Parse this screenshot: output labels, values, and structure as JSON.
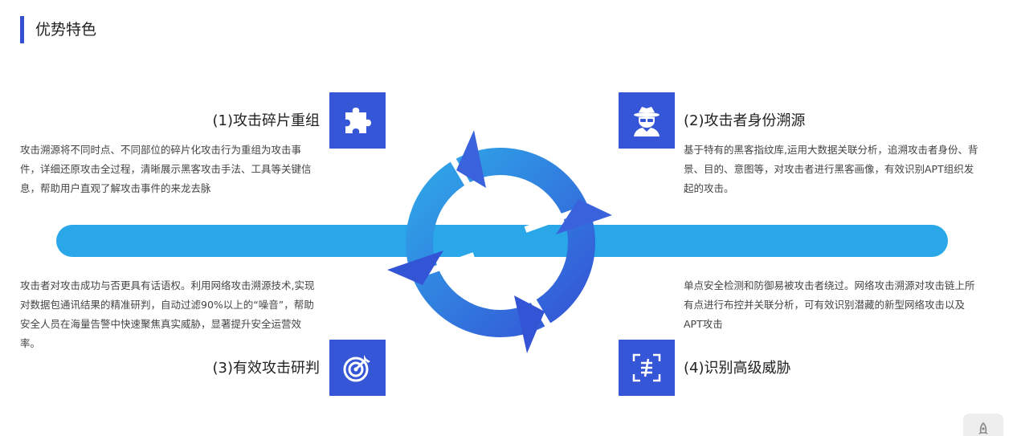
{
  "section": {
    "title": "优势特色"
  },
  "features": [
    {
      "title": "(1)攻击碎片重组",
      "icon": "puzzle-icon",
      "description": "攻击溯源将不同时点、不同部位的碎片化攻击行为重组为攻击事件，详细还原攻击全过程，清晰展示黑客攻击手法、工具等关键信息，帮助用户直观了解攻击事件的来龙去脉"
    },
    {
      "title": "(2)攻击者身份溯源",
      "icon": "hacker-icon",
      "description": "基于特有的黑客指纹库,运用大数据关联分析，追溯攻击者身份、背景、目的、意图等，对攻击者进行黑客画像，有效识别APT组织发起的攻击。"
    },
    {
      "title": "(3)有效攻击研判",
      "icon": "target-icon",
      "description": "攻击者对攻击成功与否更具有话语权。利用网络攻击溯源技术,实现对数据包通讯结果的精准研判，自动过滤90%以上的“噪音”，帮助安全人员在海量告警中快速聚焦真实威胁，显著提升安全运营效率。"
    },
    {
      "title": "(4)识别高级威胁",
      "icon": "scan-icon",
      "description": "单点安全检测和防御易被攻击者绕过。网络攻击溯源对攻击链上所有点进行布控并关联分析，可有效识别潜藏的新型网络攻击以及APT攻击"
    }
  ],
  "colors": {
    "accent": "#3451d1",
    "icon_bg": "#3556d6",
    "timeline": "#2aa7e8",
    "cycle_light": "#2fa8e8",
    "cycle_dark": "#3454d6"
  },
  "widgets": {
    "float_button_icon": "rocket-icon"
  }
}
